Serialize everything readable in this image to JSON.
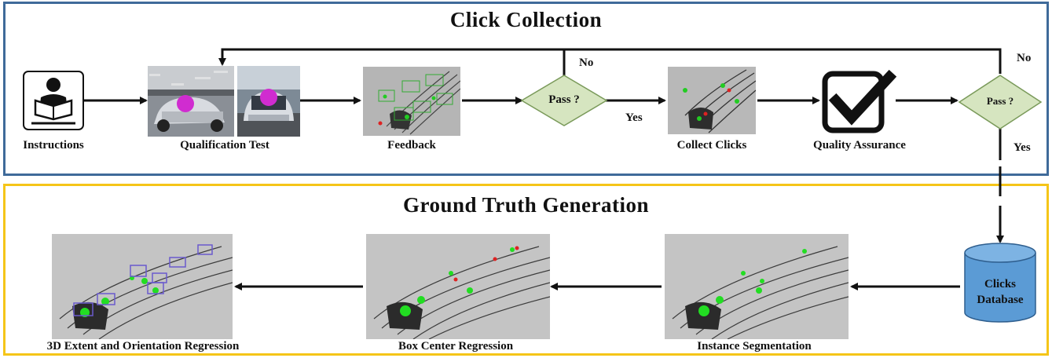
{
  "click_collection": {
    "title": "Click Collection",
    "steps": {
      "instructions": "Instructions",
      "qualification": "Qualification Test",
      "feedback": "Feedback",
      "collect": "Collect Clicks",
      "quality": "Quality Assurance"
    },
    "decision1": {
      "label": "Pass ?",
      "no": "No",
      "yes": "Yes"
    },
    "decision2": {
      "label": "Pass ?",
      "no": "No",
      "yes": "Yes"
    }
  },
  "ground_truth": {
    "title": "Ground Truth Generation",
    "database": [
      "Clicks",
      "Database"
    ],
    "steps": {
      "instance": "Instance Segmentation",
      "box_center": "Box Center Regression",
      "extent": "3D Extent and Orientation Regression"
    }
  },
  "colors": {
    "top_border": "#3f6a9a",
    "bottom_border": "#f5c518",
    "diamond_fill": "#d6e5c0",
    "database_fill": "#5b9bd5",
    "point_green": "#33dd33",
    "box_blue": "#6a5acd"
  }
}
